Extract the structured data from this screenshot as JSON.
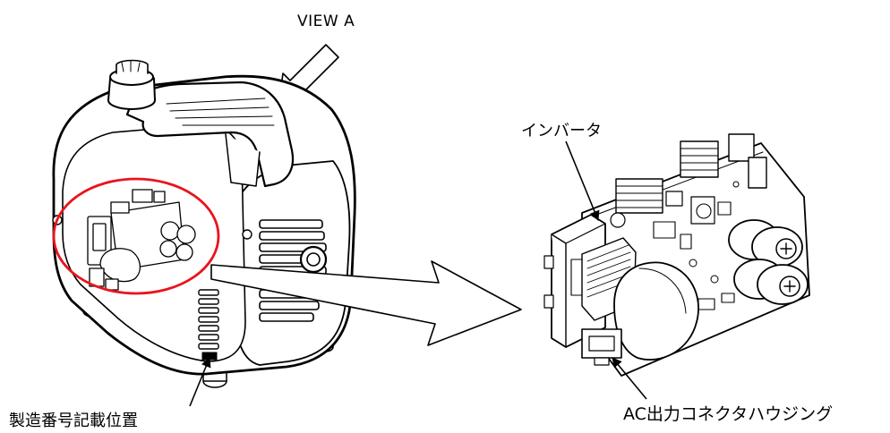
{
  "labels": {
    "view_a": "VIEW A",
    "inverter": "インバータ",
    "serial_location": "製造番号記載位置",
    "ac_connector": "AC出力コネクタハウジング"
  },
  "colors": {
    "line": "#000000",
    "highlight": "#e8141d",
    "background": "#ffffff",
    "component_fill": "#f2f2f2"
  }
}
